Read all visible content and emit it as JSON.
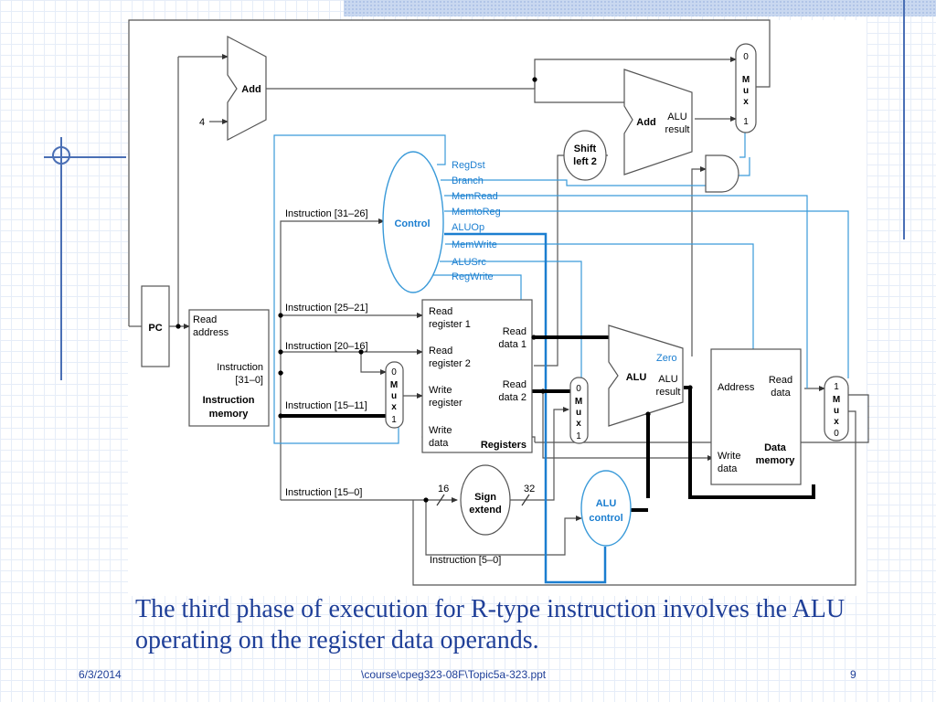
{
  "diagram": {
    "pc": "PC",
    "add_left": "Add",
    "four": "4",
    "imem": {
      "read": "Read",
      "address": "address",
      "instruction": "Instruction",
      "range": "[31–0]",
      "title1": "Instruction",
      "title2": "memory"
    },
    "control": "Control",
    "control_signals": [
      "RegDst",
      "Branch",
      "MemRead",
      "MemtoReg",
      "ALUOp",
      "MemWrite",
      "ALUSrc",
      "RegWrite"
    ],
    "instr_fields": {
      "op": "Instruction [31–26]",
      "rs": "Instruction [25–21]",
      "rt": "Instruction [20–16]",
      "rd": "Instruction [15–11]",
      "imm": "Instruction [15–0]",
      "funct": "Instruction [5–0]"
    },
    "registers": {
      "read_reg1_a": "Read",
      "read_reg1_b": "register 1",
      "read_reg2_a": "Read",
      "read_reg2_b": "register 2",
      "write_reg_a": "Write",
      "write_reg_b": "register",
      "write_data_a": "Write",
      "write_data_b": "data",
      "read_data1_a": "Read",
      "read_data1_b": "data 1",
      "read_data2_a": "Read",
      "read_data2_b": "data 2",
      "title": "Registers"
    },
    "mux_letters": [
      "M",
      "u",
      "x"
    ],
    "mux_regdst": [
      "0",
      "1"
    ],
    "mux_alusrc": [
      "0",
      "1"
    ],
    "mux_pc": [
      "0",
      "1"
    ],
    "mux_memtoreg": [
      "1",
      "0"
    ],
    "alu": {
      "main": "ALU",
      "zero": "Zero",
      "result_a": "ALU",
      "result_b": "result"
    },
    "add_right": {
      "add": "Add",
      "result_a": "ALU",
      "result_b": "result"
    },
    "shift": {
      "a": "Shift",
      "b": "left 2"
    },
    "sign_extend": {
      "a": "Sign",
      "b": "extend",
      "in_bits": "16",
      "out_bits": "32"
    },
    "alu_control": {
      "a": "ALU",
      "b": "control"
    },
    "dmem": {
      "address": "Address",
      "read_a": "Read",
      "read_b": "data",
      "write_a": "Write",
      "write_b": "data",
      "title_a": "Data",
      "title_b": "memory"
    }
  },
  "caption": "The third phase of execution for R-type instruction involves the ALU operating on the register data operands.",
  "footer": {
    "date": "6/3/2014",
    "path": "\\course\\cpeg323-08F\\Topic5a-323.ppt",
    "page": "9"
  },
  "colors": {
    "wire": "#555555",
    "control": "#3a9ad9",
    "highlight": "#000000",
    "text_blue": "#1f3f98"
  }
}
